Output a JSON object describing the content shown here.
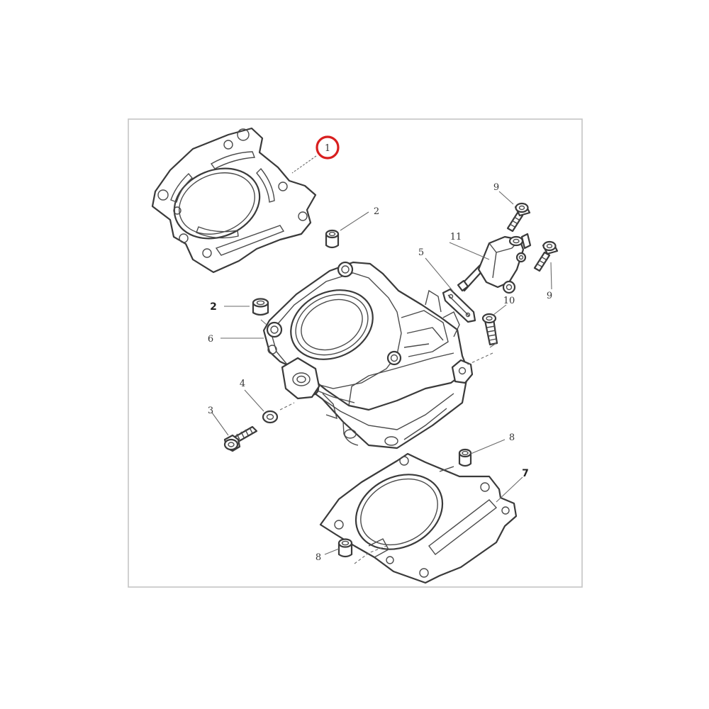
{
  "colors": {
    "frame": "#c4c4c4",
    "line": "#3a3a3a",
    "highlight": "#d81e1e"
  },
  "callouts": {
    "head_gasket": "1",
    "dowel_upper_right": "2",
    "dowel_left": "2",
    "flange_bolt": "3",
    "washer": "4",
    "tensioner_gasket": "5",
    "cylinder_block": "6",
    "base_gasket": "7",
    "dowel_base_right": "8",
    "dowel_base_left": "8",
    "bolt_top": "9",
    "bolt_right": "9",
    "bolt_lower": "10",
    "cam_chain_tensioner": "11"
  }
}
